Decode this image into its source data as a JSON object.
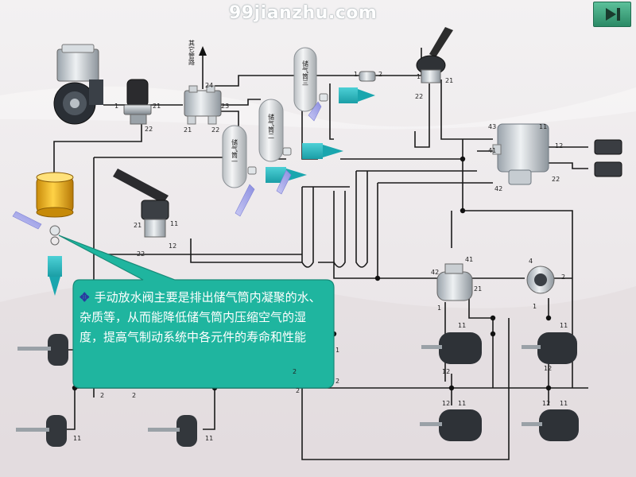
{
  "watermark": "99jianzhu.com",
  "callout": {
    "icon": "four-petal-icon",
    "text": "手动放水阀主要是排出储气筒内凝聚的水、杂质等，从而能降低储气筒内压缩空气的湿度，提高气制动系统中各元件的寿命和性能"
  },
  "tanks": {
    "tank_1": "储气筒一",
    "tank_2": "储气筒二",
    "tank_3": "储气筒三"
  },
  "other_circuit": "其它管路",
  "ports": {
    "compressor_1": "1",
    "dryer_21": "21",
    "dryer_22": "22",
    "valve4_24": "24",
    "valve4_23": "23",
    "valve4_21": "21",
    "valve4_22": "22",
    "filter_1": "1",
    "filter_2": "2",
    "hand_1": "1",
    "hand_21": "21",
    "hand_22": "22",
    "relay_43": "43",
    "relay_11": "11",
    "relay_41": "41",
    "relay_42": "42",
    "relay_12": "12",
    "relay_22": "22",
    "foot_21": "21",
    "foot_11": "11",
    "foot_12": "12",
    "foot_22": "22",
    "qr_42": "42",
    "qr_41": "41",
    "qr_21": "21",
    "qr_1": "1",
    "rl_4": "4",
    "rl_2": "2",
    "rl_1": "1",
    "left_1": "1",
    "left_2": "2",
    "ch_mid_2a": "2",
    "ch_mid_2b": "2",
    "ch_bl_11": "11",
    "ch_bm_11": "11",
    "mid_2a": "2",
    "mid_2b": "2",
    "sb1_11": "11",
    "sb1_12": "12",
    "sb2_11": "11",
    "sb2_12": "12",
    "sb3_11": "11",
    "sb3_12": "12",
    "sb4_11": "11",
    "sb4_12": "12"
  }
}
